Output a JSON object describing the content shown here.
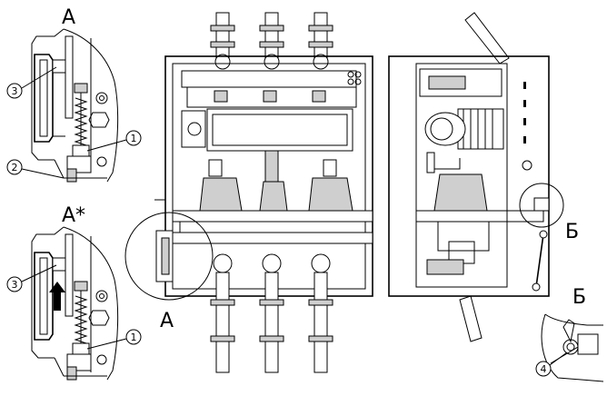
{
  "labels": {
    "detail_a": "А",
    "detail_a_star": "А*",
    "detail_a_main": "А",
    "detail_b_main": "Б",
    "detail_b": "Б"
  },
  "callouts": {
    "c1_top": "1",
    "c2_top": "2",
    "c3_top": "3",
    "c1_bottom": "1",
    "c3_bottom": "3",
    "c4": "4"
  }
}
